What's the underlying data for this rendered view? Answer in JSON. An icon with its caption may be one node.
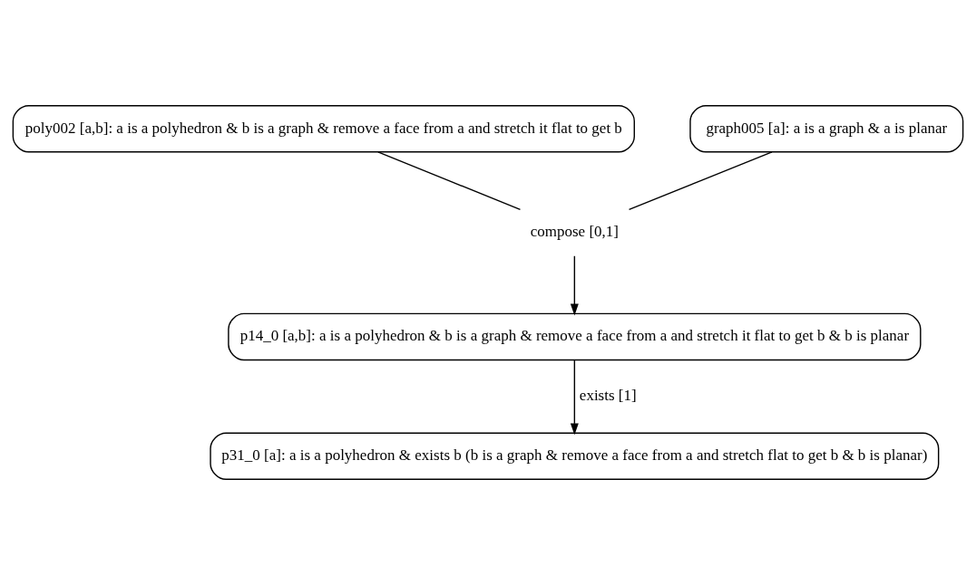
{
  "diagram": {
    "nodes": [
      {
        "text": [
          "poly002 [a,b]: a is a polyhedron & b is a graph & remove a face from a and stretch it flat to get b"
        ]
      },
      {
        "text": [
          "graph005 [a]: a is a graph & a is planar"
        ]
      },
      {
        "text": [
          "compose [0,1]"
        ]
      },
      {
        "text": [
          "p14_0 [a,b]: a is a polyhedron & b is a graph & remove a face from a and stretch it flat to get b & b is planar"
        ]
      },
      {
        "text": [
          "p31_0 [a]: a is a polyhedron & exists b (b is a graph & remove a face from a and stretch flat to get b & b is planar)"
        ]
      }
    ],
    "edges": [
      {
        "from": 1,
        "to": 2,
        "arrow": "none"
      },
      {
        "from": 0,
        "to": 2,
        "arrow": "none"
      },
      {
        "from": 2,
        "to": 3,
        "arrow": "to"
      },
      {
        "from": 3,
        "to": 4,
        "arrow": "to",
        "label": "exists [1]"
      }
    ]
  }
}
